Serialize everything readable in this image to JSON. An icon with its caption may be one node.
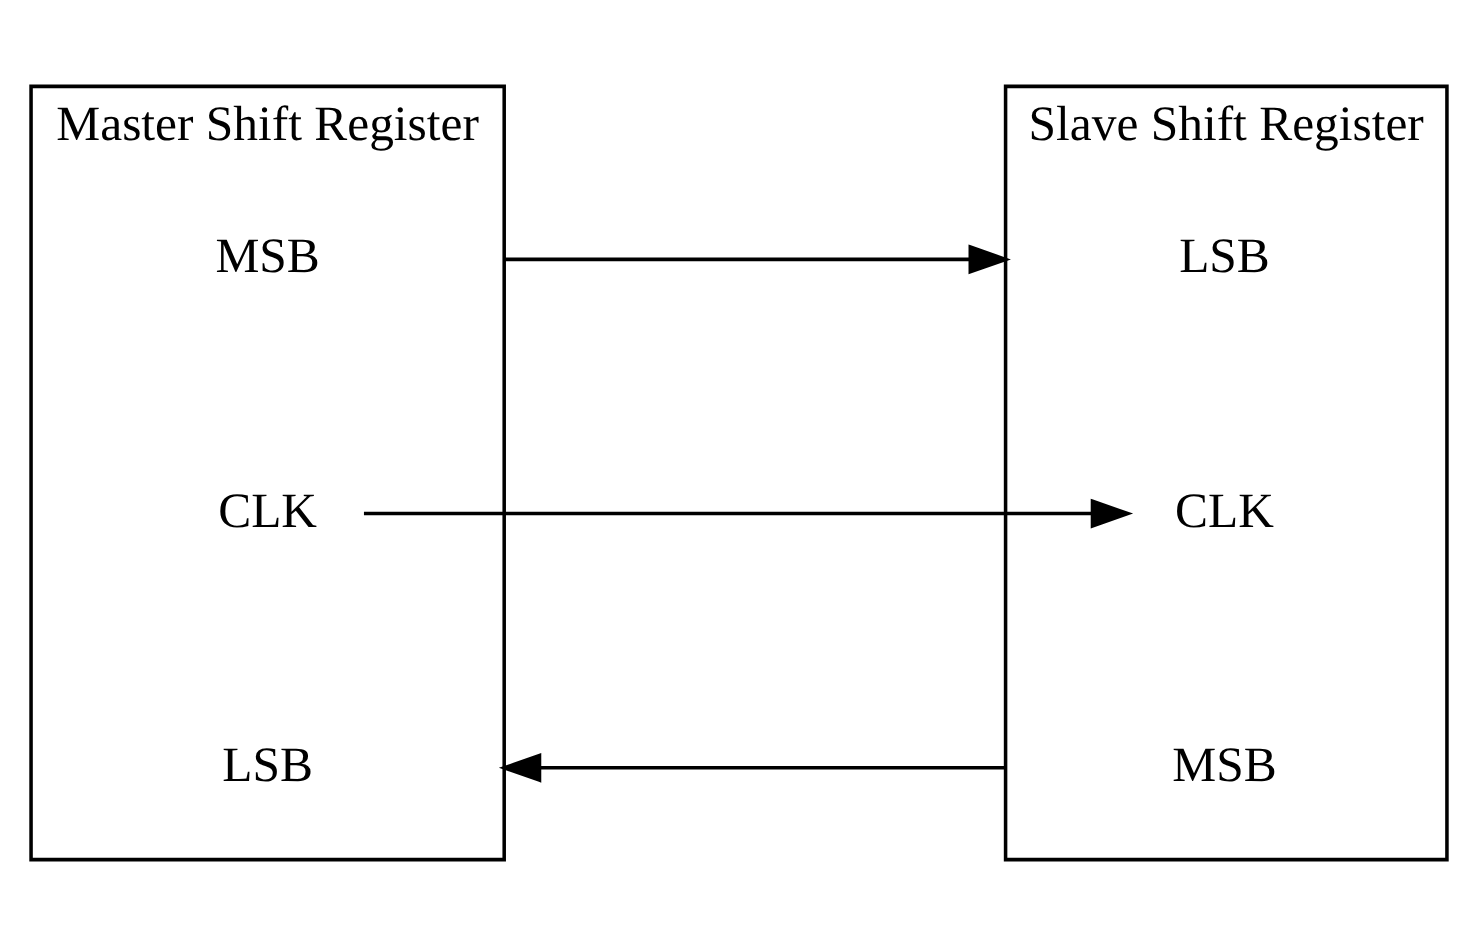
{
  "diagram": {
    "nodes": [
      {
        "text": [
          "Master Shift Register"
        ]
      },
      {
        "text": [
          "MSB"
        ],
        "in": 0
      },
      {
        "text": [
          "CLK"
        ],
        "in": 0
      },
      {
        "text": [
          "LSB"
        ],
        "in": 0
      },
      {
        "text": [
          "Slave Shift Register"
        ]
      },
      {
        "text": [
          "LSB"
        ],
        "in": 4
      },
      {
        "text": [
          "CLK"
        ],
        "in": 4
      },
      {
        "text": [
          "MSB"
        ],
        "in": 4
      }
    ],
    "edges": [
      {
        "from": 0,
        "to": 4,
        "arrow": "to"
      },
      {
        "from": 2,
        "to": 6,
        "arrow": "to"
      },
      {
        "from": 4,
        "to": 0,
        "arrow": "to"
      }
    ]
  }
}
